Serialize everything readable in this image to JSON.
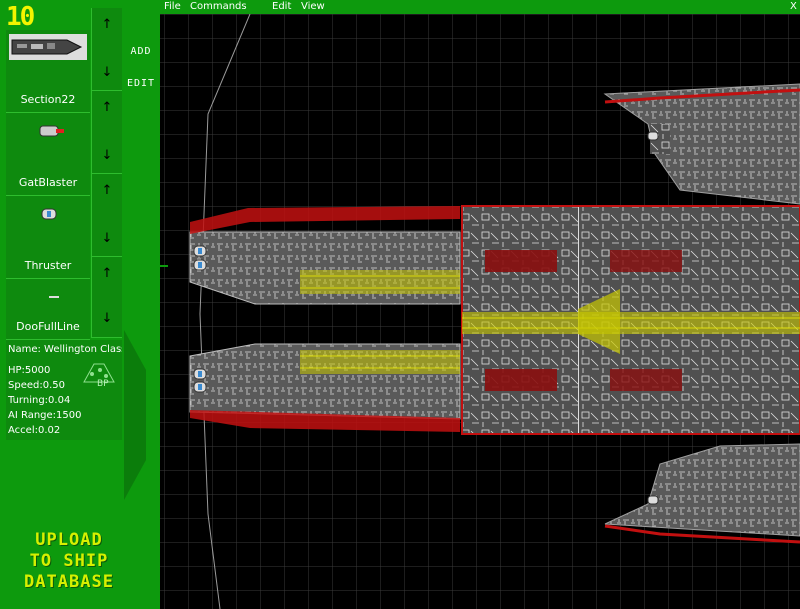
{
  "counter": "10",
  "components": [
    {
      "label": "Section22",
      "icon": "hull-section-icon"
    },
    {
      "label": "GatBlaster",
      "icon": "gat-blaster-icon"
    },
    {
      "label": "Thruster",
      "icon": "thruster-icon"
    },
    {
      "label": "DooFullLine",
      "icon": "doo-full-line-icon"
    }
  ],
  "arrows": {
    "up": "↑",
    "down": "↓"
  },
  "side_buttons": {
    "add": "ADD",
    "edit": "EDIT"
  },
  "ship": {
    "name": "Name: Wellington Class Sovere",
    "hp": "HP:5000",
    "speed": "Speed:0.50",
    "turning": "Turning:0.04",
    "ai_range": "AI Range:1500",
    "accel": "Accel:0.02"
  },
  "bp_logo": "BP",
  "upload": {
    "line1": "UPLOAD",
    "line2": "TO SHIP",
    "line3": "DATABASE"
  },
  "menu": {
    "file": "File",
    "commands": "Commands",
    "edit": "Edit",
    "view": "View",
    "close": "X"
  },
  "colors": {
    "panel": "#0d9a0d",
    "counter": "#f4f400",
    "grid": "#3a3a3a",
    "hull": "#5a5a5a",
    "accent_red": "#c21010",
    "accent_yellow": "#c8c800"
  }
}
